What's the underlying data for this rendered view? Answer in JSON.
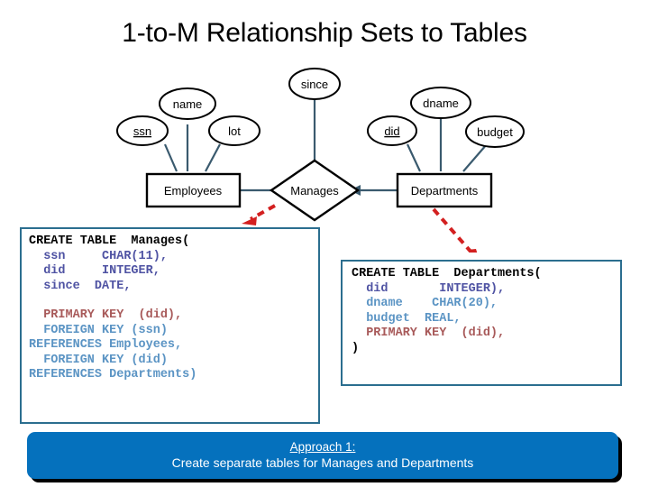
{
  "page": {
    "title": "1-to-M Relationship Sets to Tables"
  },
  "diagram": {
    "entities": [
      {
        "id": "employees",
        "label": "Employees"
      },
      {
        "id": "departments",
        "label": "Departments"
      }
    ],
    "relationships": [
      {
        "id": "manages",
        "label": "Manages"
      }
    ],
    "attributes": [
      {
        "id": "ssn",
        "label": "ssn",
        "key": true,
        "owner": "employees"
      },
      {
        "id": "name",
        "label": "name",
        "key": false,
        "owner": "employees"
      },
      {
        "id": "lot",
        "label": "lot",
        "key": false,
        "owner": "employees"
      },
      {
        "id": "since",
        "label": "since",
        "key": false,
        "owner": "manages"
      },
      {
        "id": "did",
        "label": "did",
        "key": true,
        "owner": "departments"
      },
      {
        "id": "dname",
        "label": "dname",
        "key": false,
        "owner": "departments"
      },
      {
        "id": "budget",
        "label": "budget",
        "key": false,
        "owner": "departments"
      }
    ],
    "colors": {
      "connector": "#3a5a6e",
      "shape_border": "#000000",
      "annotation_arrow": "#d32020"
    }
  },
  "code_manages": {
    "title": "CREATE TABLE  Manages(",
    "lines": [
      "  ssn     CHAR(11),",
      "  did     INTEGER,",
      "  since  DATE,"
    ],
    "pk": "  PRIMARY KEY  (did),",
    "fk": [
      "  FOREIGN KEY (ssn)",
      "REFERENCES Employees,",
      "  FOREIGN KEY (did)",
      "REFERENCES Departments)"
    ]
  },
  "code_departments": {
    "title": "CREATE TABLE  Departments(",
    "line_did": "  did       INTEGER),",
    "lines": [
      "  dname    CHAR(20),",
      "  budget  REAL,"
    ],
    "pk": "  PRIMARY KEY  (did),",
    "close": ")"
  },
  "banner": {
    "heading": "Approach 1:",
    "subtext": "Create separate tables for Manages and Departments",
    "background": "#0571bd"
  }
}
